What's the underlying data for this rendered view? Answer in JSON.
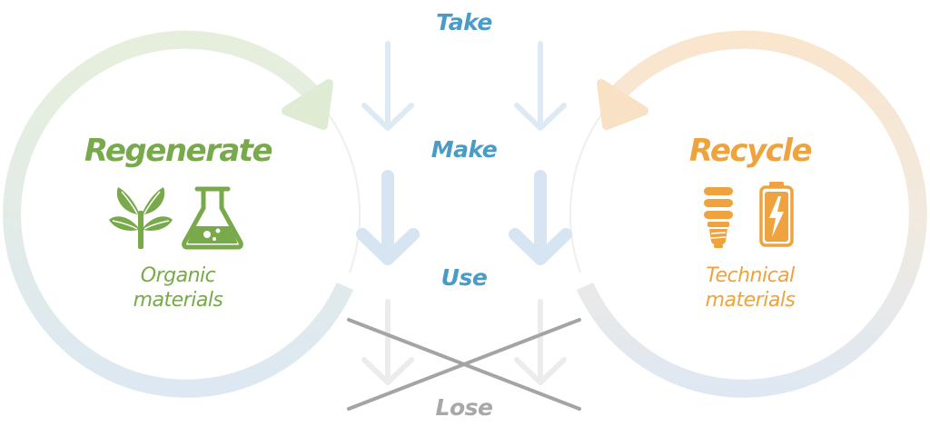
{
  "steps": {
    "take": "Take",
    "make": "Make",
    "use": "Use",
    "lose": "Lose"
  },
  "left_cycle": {
    "title": "Regenerate",
    "subtitle_line1": "Organic",
    "subtitle_line2": "materials",
    "icons": [
      "plant-icon",
      "flask-icon"
    ]
  },
  "right_cycle": {
    "title": "Recycle",
    "subtitle_line1": "Technical",
    "subtitle_line2": "materials",
    "icons": [
      "lightbulb-icon",
      "battery-icon"
    ]
  },
  "colors": {
    "step_text": "#4a9cc6",
    "green": "#78a94a",
    "orange": "#efa33e",
    "arrow_blue": "#d8e6f2",
    "arrow_faded": "#ebebeb",
    "cross": "#9e9e9e",
    "lose_text": "#a8a8a8"
  }
}
